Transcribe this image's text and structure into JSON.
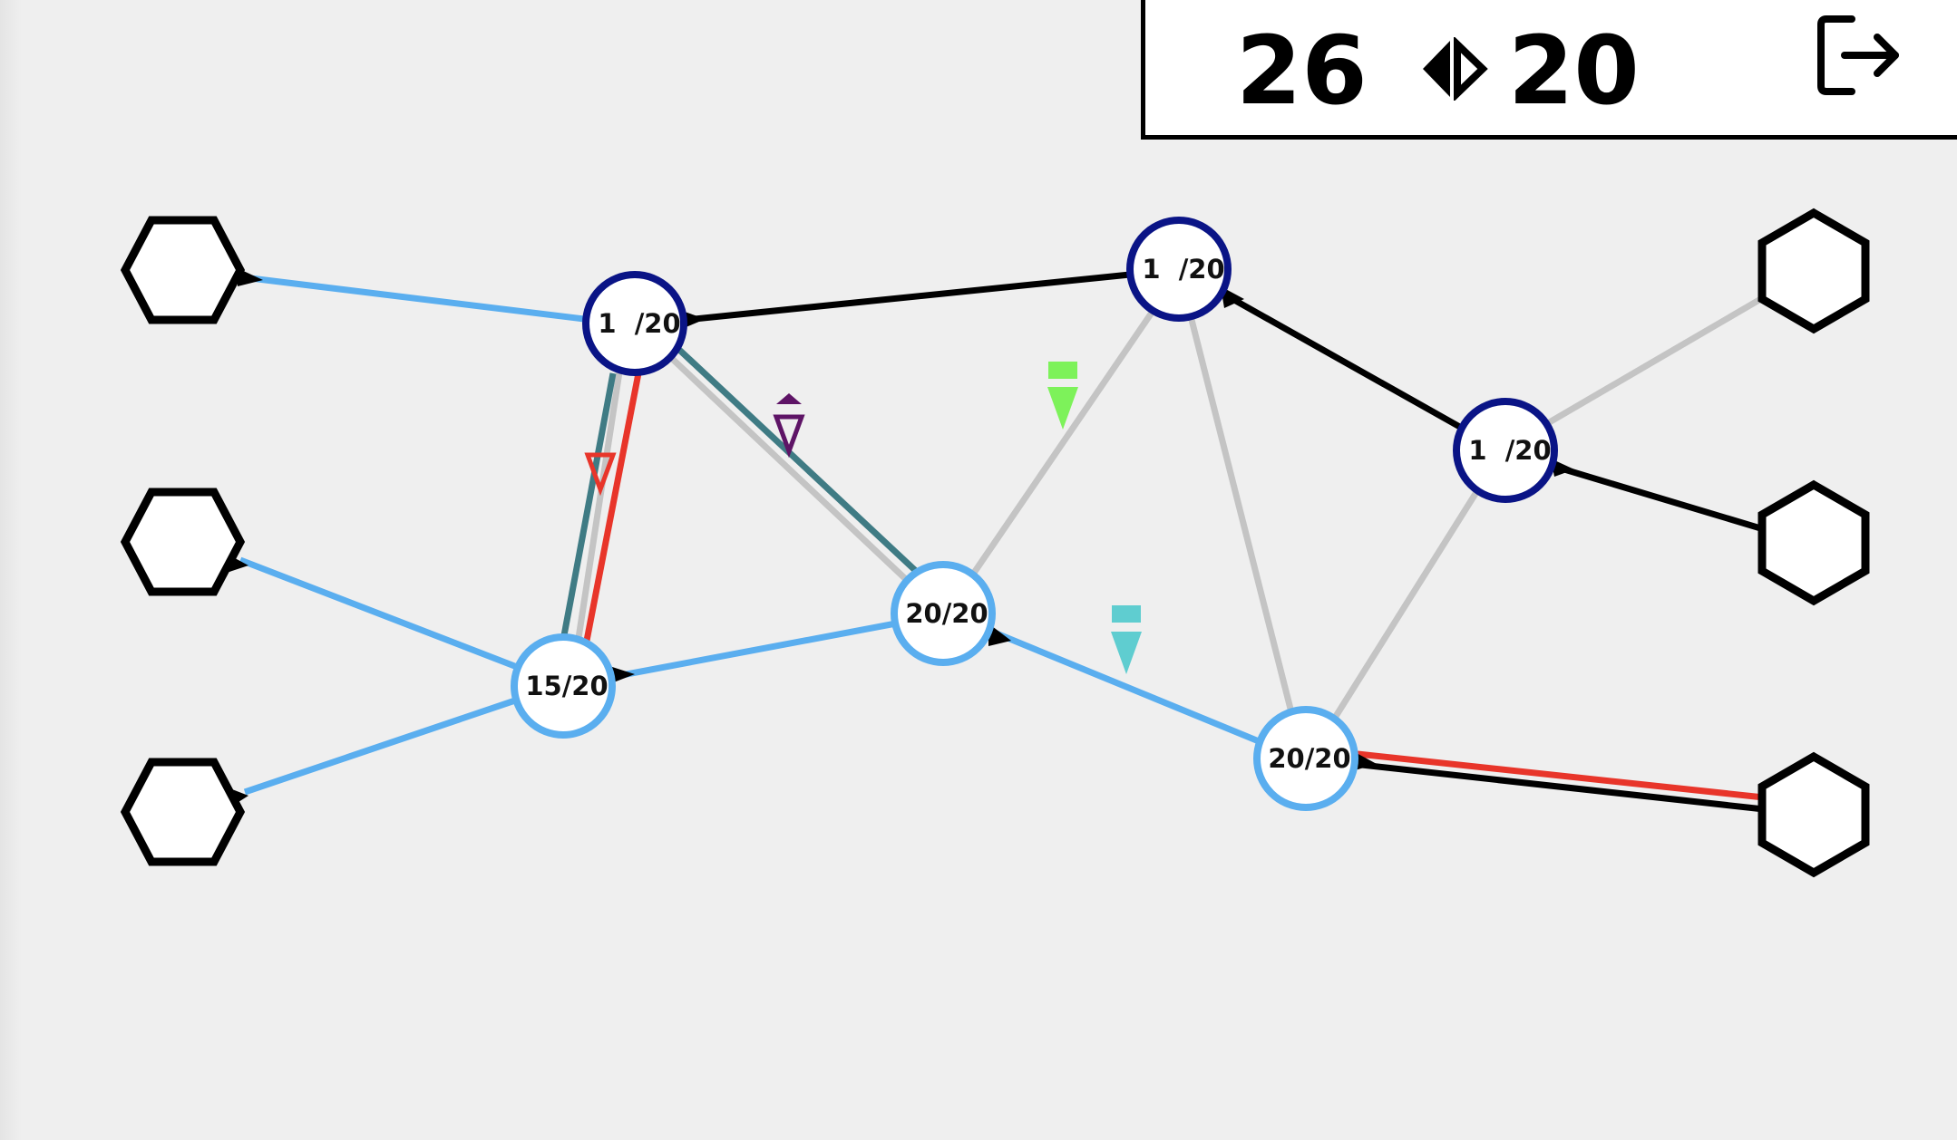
{
  "hud": {
    "score": "26",
    "limit": "20",
    "swap_icon": "diamond-split-icon",
    "exit_icon": "exit-icon"
  },
  "colors": {
    "background": "#efefef",
    "edge_inactive": "#c4c4c4",
    "edge_black": "#000000",
    "edge_blue": "#5aaeef",
    "edge_teal": "#3f7b84",
    "edge_red": "#e8352a",
    "node_dark_ring": "#0a1486",
    "node_light_ring": "#5aaeef"
  },
  "nodes": [
    {
      "id": "n1",
      "label": "1  /20",
      "ring": "dark"
    },
    {
      "id": "n2",
      "label": "1  /20",
      "ring": "dark"
    },
    {
      "id": "n3",
      "label": "1  /20",
      "ring": "dark"
    },
    {
      "id": "n4",
      "label": "15/20",
      "ring": "light"
    },
    {
      "id": "n5",
      "label": "20/20",
      "ring": "light"
    },
    {
      "id": "n6",
      "label": "20/20",
      "ring": "light"
    }
  ],
  "hexagons": [
    {
      "id": "hL1"
    },
    {
      "id": "hL2"
    },
    {
      "id": "hL3"
    },
    {
      "id": "hR1"
    },
    {
      "id": "hR2"
    },
    {
      "id": "hR3"
    }
  ],
  "markers": [
    {
      "id": "m-purple",
      "icon": "hollow-triangle-with-arrow-icon",
      "color": "#5e1466"
    },
    {
      "id": "m-red",
      "icon": "hollow-triangle-icon",
      "color": "#e8352a"
    },
    {
      "id": "m-green",
      "icon": "bar-triangle-icon",
      "color": "#7df25a"
    },
    {
      "id": "m-cyan",
      "icon": "bar-triangle-icon",
      "color": "#5fcdd0"
    }
  ]
}
